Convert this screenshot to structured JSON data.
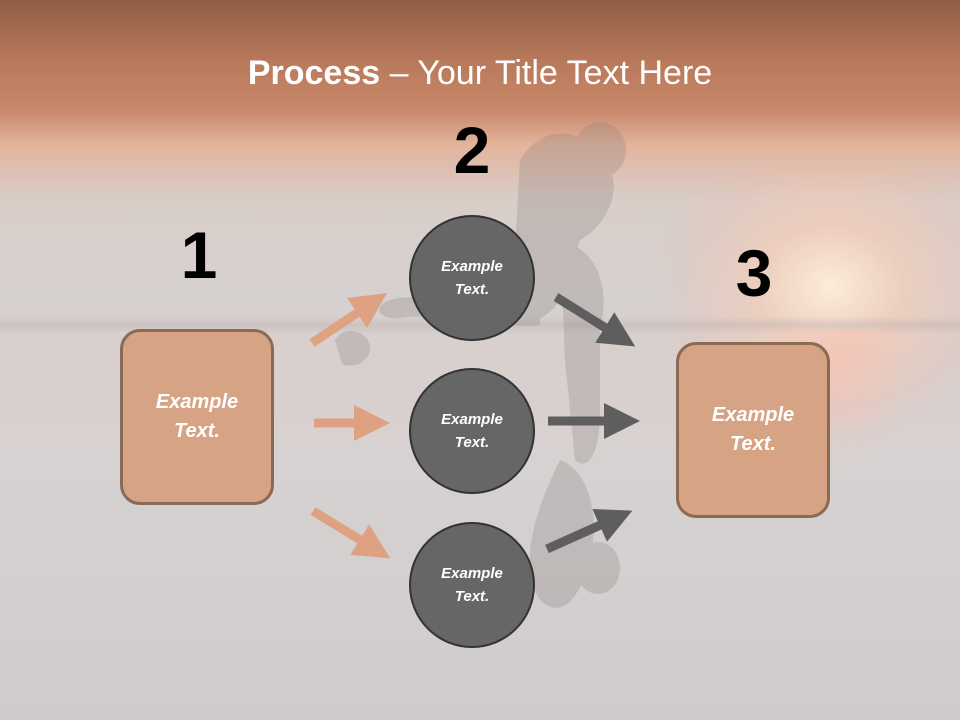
{
  "title": {
    "bold": "Process",
    "rest": " – Your Title Text Here"
  },
  "steps": {
    "one": "1",
    "two": "2",
    "three": "3"
  },
  "left_box": {
    "text": "Example Text."
  },
  "right_box": {
    "text": "Example Text."
  },
  "circles": [
    {
      "text": "Example Text."
    },
    {
      "text": "Example Text."
    },
    {
      "text": "Example Text."
    }
  ],
  "colors": {
    "box_fill": "#d6a384",
    "box_border": "#8a6a55",
    "circle_fill": "#666666",
    "left_arrows": "#dea283",
    "right_arrows": "#5e5e5e"
  },
  "background": "sunset over reflective water with faint human silhouette"
}
